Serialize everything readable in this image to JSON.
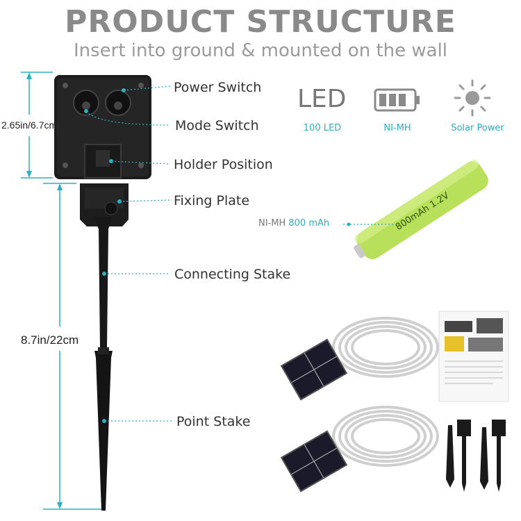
{
  "header": {
    "title": "PRODUCT STRUCTURE",
    "subtitle": "Insert into ground & mounted on the wall"
  },
  "parts": {
    "power_switch": "Power Switch",
    "mode_switch": "Mode Switch",
    "holder_position": "Holder Position",
    "fixing_plate": "Fixing Plate",
    "connecting_stake": "Connecting Stake",
    "point_stake": "Point Stake"
  },
  "dimensions": {
    "box_height": "2.65in/6.7cm",
    "stake_length": "8.7in/22cm"
  },
  "features": [
    {
      "icon": "led-text-icon",
      "big": "LED",
      "label": "100 LED"
    },
    {
      "icon": "battery-icon",
      "label": "NI-MH"
    },
    {
      "icon": "sun-icon",
      "label": "Solar Power"
    }
  ],
  "battery": {
    "type_label": "NI-MH",
    "capacity_label": "800 mAh",
    "printed_text": "800mAh 1.2V"
  },
  "colors": {
    "accent": "#2ab0c0",
    "title_gray": "#8a8a8a",
    "battery_green": "#b8e05a"
  }
}
